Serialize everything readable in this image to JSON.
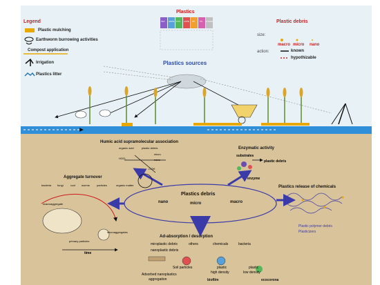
{
  "colors": {
    "sky": "#e8f2f6",
    "soil": "#d9c39a",
    "water": "#2f8fd8",
    "heading_red": "#cc1b1b",
    "legend_line": "#e8a800"
  },
  "legend": {
    "title": "Legend",
    "items": [
      {
        "label": "Plastic mulching",
        "icon": "plastic-mulching-icon"
      },
      {
        "label": "Earthworm burrowing activities",
        "icon": "earthworm-icon"
      },
      {
        "label": "Compost application",
        "icon": "compost-icon"
      },
      {
        "label": "Irrigation",
        "icon": "irrigation-icon"
      },
      {
        "label": "Plastics litter",
        "icon": "plastics-litter-icon"
      }
    ]
  },
  "plastics_panel": {
    "title": "Plastics",
    "recycling_codes": [
      "PET",
      "HDPE",
      "PVC",
      "LDPE",
      "PP",
      "PS",
      "OTHER"
    ]
  },
  "plastic_debris_legend": {
    "title": "Plastic debris",
    "size_label": "size:",
    "size_values": [
      "macro",
      "micro",
      "nano"
    ],
    "action_label": "action:",
    "action_values": [
      "known",
      "hypothizable"
    ]
  },
  "sources": {
    "title": "Plastics sources"
  },
  "humic": {
    "title": "Humic acid supramolecular association",
    "labels": {
      "organic_acid": "organic acid",
      "plastic_debris": "plastic debris",
      "micro": "micro",
      "nano": "nano",
      "hoo": "HOO-",
      "ooh": "-OOH"
    }
  },
  "aggregate": {
    "title": "Aggregate turnover",
    "labels": {
      "bacteria": "bacteria",
      "fungi": "fungi",
      "root": "root",
      "worms": "worms",
      "particles": "particles",
      "organic_matter": "organic matter",
      "macroaggregate": "macroaggregate",
      "microaggregates": "microaggregates",
      "primary_particles": "primary particles",
      "time": "time"
    }
  },
  "center": {
    "title": "Plastics debris",
    "nano": "nano",
    "micro": "micro",
    "macro": "macro"
  },
  "enzymatic": {
    "title": "Enzymatic activity",
    "substrates": "substrates",
    "plastic_debris": "plastic debris",
    "enzyme": "enzyme"
  },
  "release": {
    "title": "Plastics release of chemicals",
    "polymer": "Plastic polymer debris",
    "plasticizers": "Plasticizers"
  },
  "adsorption": {
    "title": "Ad-absorption / desorption",
    "microplastic": "miroplastic debris",
    "others": "others",
    "nanoplastic": "nanoplastic debris",
    "chemicals": "chemicals",
    "bacteria": "bacteria",
    "soil_particles": "Soil particles",
    "high_density": [
      "plastic",
      "high density"
    ],
    "low_density": [
      "plastic",
      "low density"
    ],
    "adsorbed": [
      "Adsorbed nanoplastics",
      "aggregation"
    ],
    "biofilm": "biofilm",
    "ecocorona": "ecocorona"
  }
}
